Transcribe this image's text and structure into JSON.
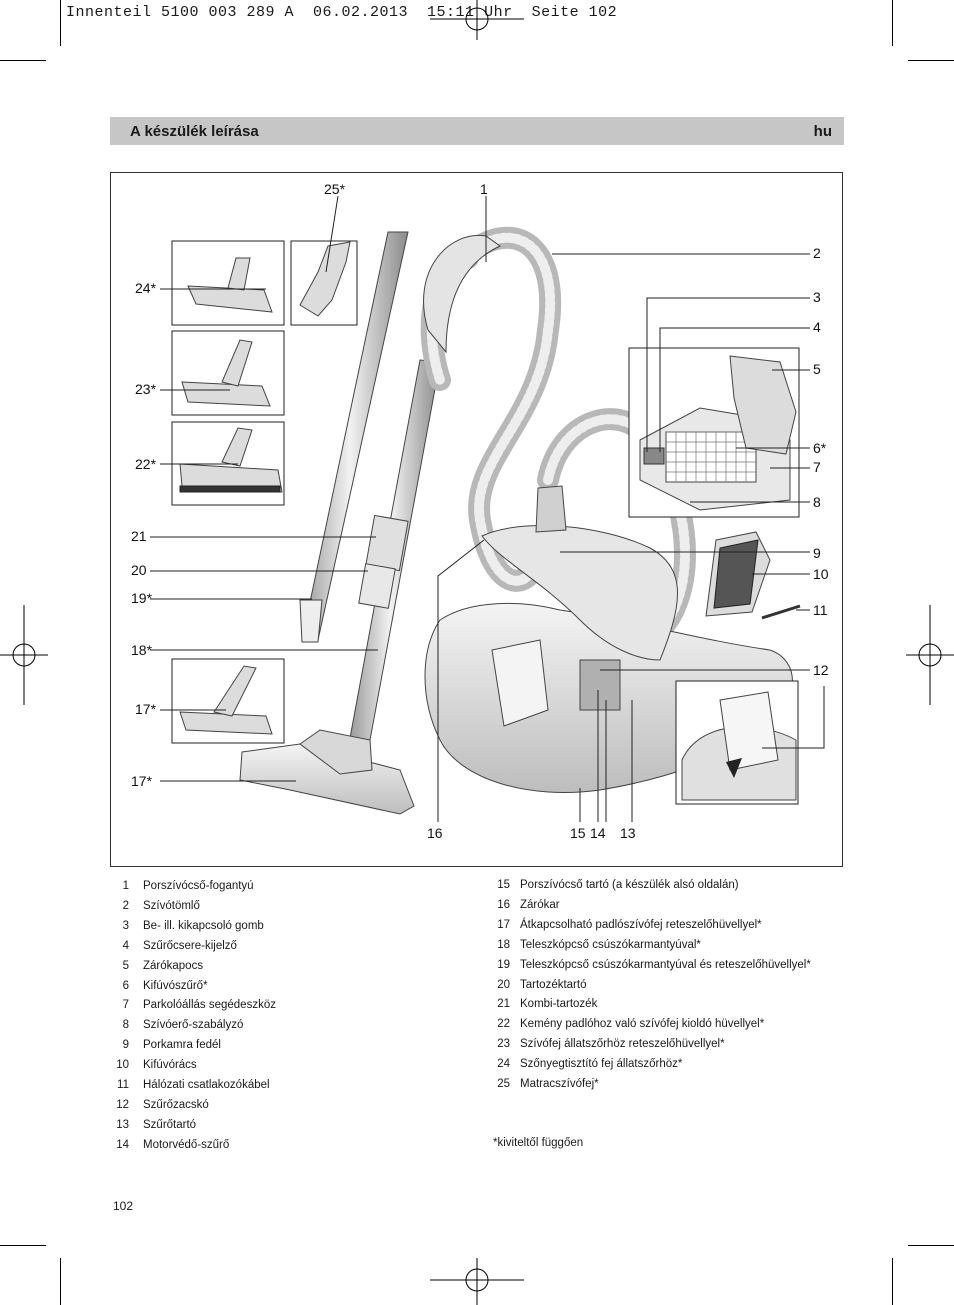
{
  "print_header": "Innenteil 5100 003 289 A  06.02.2013  15:11 Uhr  Seite 102",
  "section": {
    "title": "A készülék leírása",
    "lang": "hu"
  },
  "figure": {
    "callouts": {
      "c1": "1",
      "c2": "2",
      "c3": "3",
      "c4": "4",
      "c5": "5",
      "c6": "6*",
      "c7": "7",
      "c8": "8",
      "c9": "9",
      "c10": "10",
      "c11": "11",
      "c12": "12",
      "c13": "13",
      "c14": "14",
      "c15": "15",
      "c16": "16",
      "c17a": "17*",
      "c17b": "17*",
      "c18": "18*",
      "c19": "19*",
      "c20": "20",
      "c21": "21",
      "c22": "22*",
      "c23": "23*",
      "c24": "24*",
      "c25": "25*"
    }
  },
  "legend_left": [
    {
      "num": "1",
      "text": "Porszívócső-fogantyú"
    },
    {
      "num": "2",
      "text": "Szívótömlő"
    },
    {
      "num": "3",
      "text": "Be- ill. kikapcsoló gomb"
    },
    {
      "num": "4",
      "text": "Szűrőcsere-kijelző"
    },
    {
      "num": "5",
      "text": "Zárókapocs"
    },
    {
      "num": "6",
      "text": "Kifúvószűrő*"
    },
    {
      "num": "7",
      "text": "Parkolóállás segédeszköz"
    },
    {
      "num": "8",
      "text": "Szívóerő-szabályzó"
    },
    {
      "num": "9",
      "text": "Porkamra fedél"
    },
    {
      "num": "10",
      "text": "Kifúvórács"
    },
    {
      "num": "11",
      "text": "Hálózati csatlakozókábel"
    },
    {
      "num": "12",
      "text": "Szűrőzacskó"
    },
    {
      "num": "13",
      "text": "Szűrőtartó"
    },
    {
      "num": "14",
      "text": "Motorvédő-szűrő"
    }
  ],
  "legend_right": [
    {
      "num": "15",
      "text": "Porszívócső tartó (a készülék alsó oldalán)"
    },
    {
      "num": "16",
      "text": "Zárókar"
    },
    {
      "num": "17",
      "text": "Átkapcsolható padlószívófej reteszelőhüvellyel*"
    },
    {
      "num": "18",
      "text": "Teleszkópcső csúszókarmantyúval*"
    },
    {
      "num": "19",
      "text": "Teleszkópcső csúszókarmantyúval és reteszelőhüvellyel*"
    },
    {
      "num": "20",
      "text": "Tartozéktartó"
    },
    {
      "num": "21",
      "text": "Kombi-tartozék"
    },
    {
      "num": "22",
      "text": "Kemény padlóhoz való szívófej kioldó hüvellyel*"
    },
    {
      "num": "23",
      "text": "Szívófej állatszőrhöz reteszelőhüvellyel*"
    },
    {
      "num": "24",
      "text": "Szőnyegtisztító fej állatszőrhöz*"
    },
    {
      "num": "25",
      "text": "Matracszívófej*"
    }
  ],
  "footnote": "*kiviteltől függően",
  "page_number": "102"
}
